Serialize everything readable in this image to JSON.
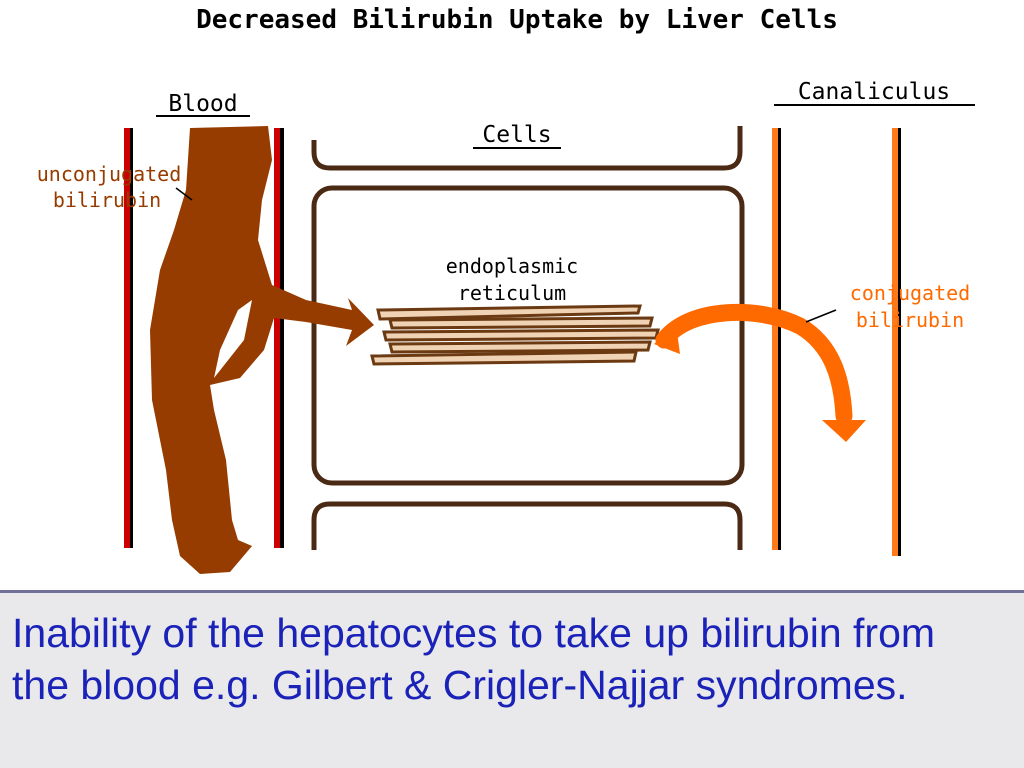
{
  "diagram": {
    "title": "Decreased Bilirubin Uptake by Liver Cells",
    "labels": {
      "blood": "Blood",
      "cells": "Cells",
      "canaliculus": "Canaliculus",
      "unconjugated_line1": "unconjugated",
      "unconjugated_line2": "bilirubin",
      "er_line1": "endoplasmic",
      "er_line2": "reticulum",
      "conjugated_line1": "conjugated",
      "conjugated_line2": "bilirubin"
    },
    "colors": {
      "blood_vessel": "#cc0000",
      "unconjugated_bilirubin": "#963c00",
      "conjugated_bilirubin": "#ff6a00",
      "canaliculus_wall": "#ff7a1a",
      "cell_outline": "#4a2a14",
      "er_fill": "#f0d2b4"
    }
  },
  "caption": {
    "text": "Inability of the hepatocytes to take up bilirubin from the blood e.g. Gilbert & Crigler-Najjar syndromes."
  }
}
